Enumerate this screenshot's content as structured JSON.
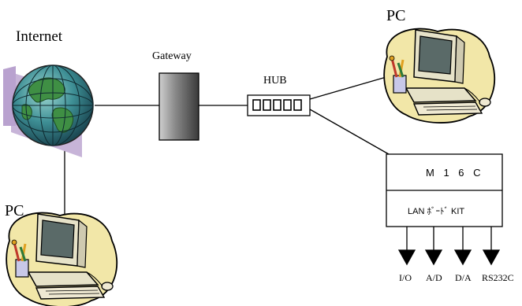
{
  "internet": {
    "label": "Internet"
  },
  "gateway": {
    "label": "Gateway"
  },
  "hub": {
    "label": "HUB"
  },
  "pc_top": {
    "label": "PC",
    "icon": "pc-clipart-icon"
  },
  "pc_left": {
    "label": "PC",
    "icon": "pc-clipart-icon"
  },
  "m16c": {
    "title": "M 1 6 C",
    "kit_label": "LAN ﾎﾞｰﾄﾞ KIT"
  },
  "ports": [
    "I/O",
    "A/D",
    "D/A",
    "RS232C"
  ],
  "colors": {
    "line": "#000000",
    "globe_ocean": "#3e8f95",
    "globe_land": "#3f8f44",
    "globe_shadow": "#c7b4d8",
    "pc_blob": "#f2e7a8",
    "gateway": "#6b6b6b"
  }
}
